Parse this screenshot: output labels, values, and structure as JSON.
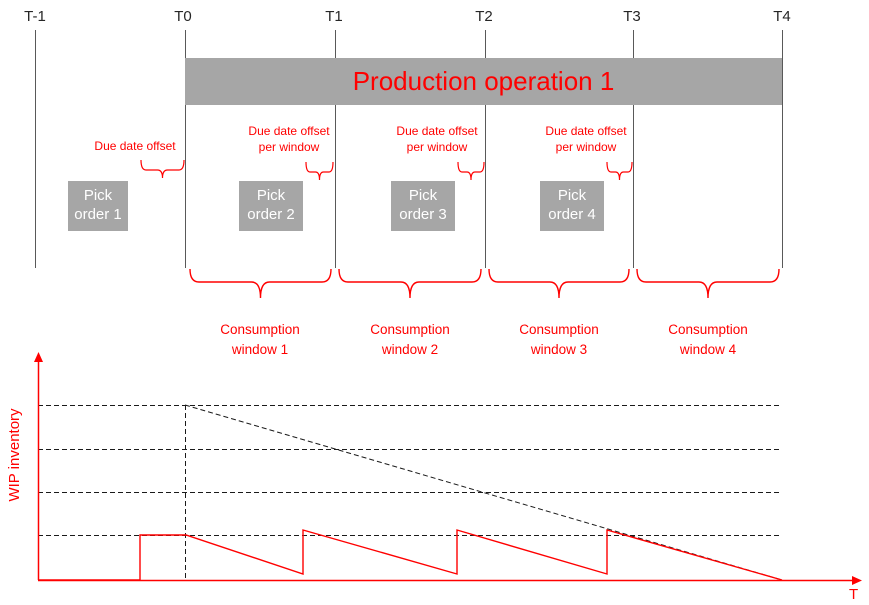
{
  "colors": {
    "accent_red": "#ff0000",
    "box_gray": "#a6a6a6",
    "timeline_line_gray": "#595959",
    "dashed_black": "#1a1a1a"
  },
  "timeline": {
    "labels": [
      "T-1",
      "T0",
      "T1",
      "T2",
      "T3",
      "T4"
    ]
  },
  "production": {
    "label": "Production operation 1"
  },
  "pick_orders": [
    {
      "label": "Pick order 1"
    },
    {
      "label": "Pick order 2"
    },
    {
      "label": "Pick order 3"
    },
    {
      "label": "Pick order 4"
    }
  ],
  "offsets": {
    "first": "Due date offset",
    "per_window": "Due date offset per window"
  },
  "consumption_windows": [
    {
      "label": "Consumption window 1"
    },
    {
      "label": "Consumption window 2"
    },
    {
      "label": "Consumption window 3"
    },
    {
      "label": "Consumption window 4"
    }
  ],
  "chart": {
    "ylabel": "WIP inventory",
    "xlabel": "T",
    "dashed_levels_count": 4,
    "wip_line_points": "38,580 140,580 140,535 186,535 303,574 303,530 457,574 457,530 607,574 607,530 782,580",
    "decline_line_points": "185,405 782,580"
  }
}
